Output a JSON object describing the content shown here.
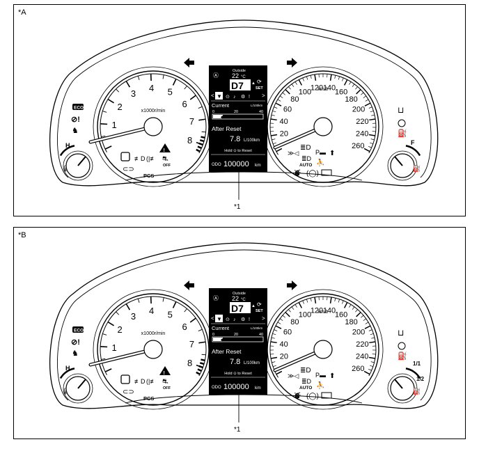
{
  "panels": [
    {
      "id": "A",
      "label": "*A",
      "callout": "*1",
      "tach_numbers": [
        "1",
        "2",
        "3",
        "4",
        "5",
        "6",
        "7",
        "8"
      ],
      "tach_unit": "x1000r/min",
      "speed_numbers": [
        "20",
        "40",
        "60",
        "80",
        "100",
        "120",
        "140",
        "160",
        "180",
        "200",
        "220",
        "240",
        "260"
      ],
      "speed_unit": "km/h",
      "pcs_label": "PCS",
      "off_label": "OFF",
      "auto_label": "AUTO",
      "eco_label": "ECO",
      "temp_high": "H",
      "fuel_marks": [
        "F"
      ],
      "display": {
        "outside_label": "Outside",
        "outside_temp": "22",
        "temp_unit": "°C",
        "gear": "D7",
        "set_label": "SET",
        "current_label": "Current",
        "consumption_unit": "L/100km",
        "bar_scale": [
          "0",
          "20",
          "40"
        ],
        "after_reset_label": "After Reset",
        "after_reset_value": "7.8",
        "after_reset_unit": "L/100km",
        "hold_text": "Hold ⊙ to Reset",
        "odo_label": "ODO",
        "odo_value": "100000",
        "odo_unit": "km"
      }
    },
    {
      "id": "B",
      "label": "*B",
      "callout": "*1",
      "tach_numbers": [
        "1",
        "2",
        "3",
        "4",
        "5",
        "6",
        "7",
        "8"
      ],
      "tach_unit": "x1000r/min",
      "speed_numbers": [
        "20",
        "40",
        "60",
        "80",
        "100",
        "120",
        "140",
        "160",
        "180",
        "200",
        "220",
        "240",
        "260"
      ],
      "speed_unit": "km/h",
      "pcs_label": "PCS",
      "off_label": "OFF",
      "auto_label": "AUTO",
      "eco_label": "ECO",
      "temp_high": "H",
      "fuel_marks": [
        "1/1",
        "1/2"
      ],
      "display": {
        "outside_label": "Outside",
        "outside_temp": "22",
        "temp_unit": "°C",
        "gear": "D7",
        "set_label": "SET",
        "current_label": "Current",
        "consumption_unit": "L/100km",
        "bar_scale": [
          "0",
          "20",
          "40"
        ],
        "after_reset_label": "After Reset",
        "after_reset_value": "7.8",
        "after_reset_unit": "L/100km",
        "hold_text": "Hold ⊙ to Reset",
        "odo_label": "ODO",
        "odo_value": "100000",
        "odo_unit": "km"
      }
    }
  ]
}
